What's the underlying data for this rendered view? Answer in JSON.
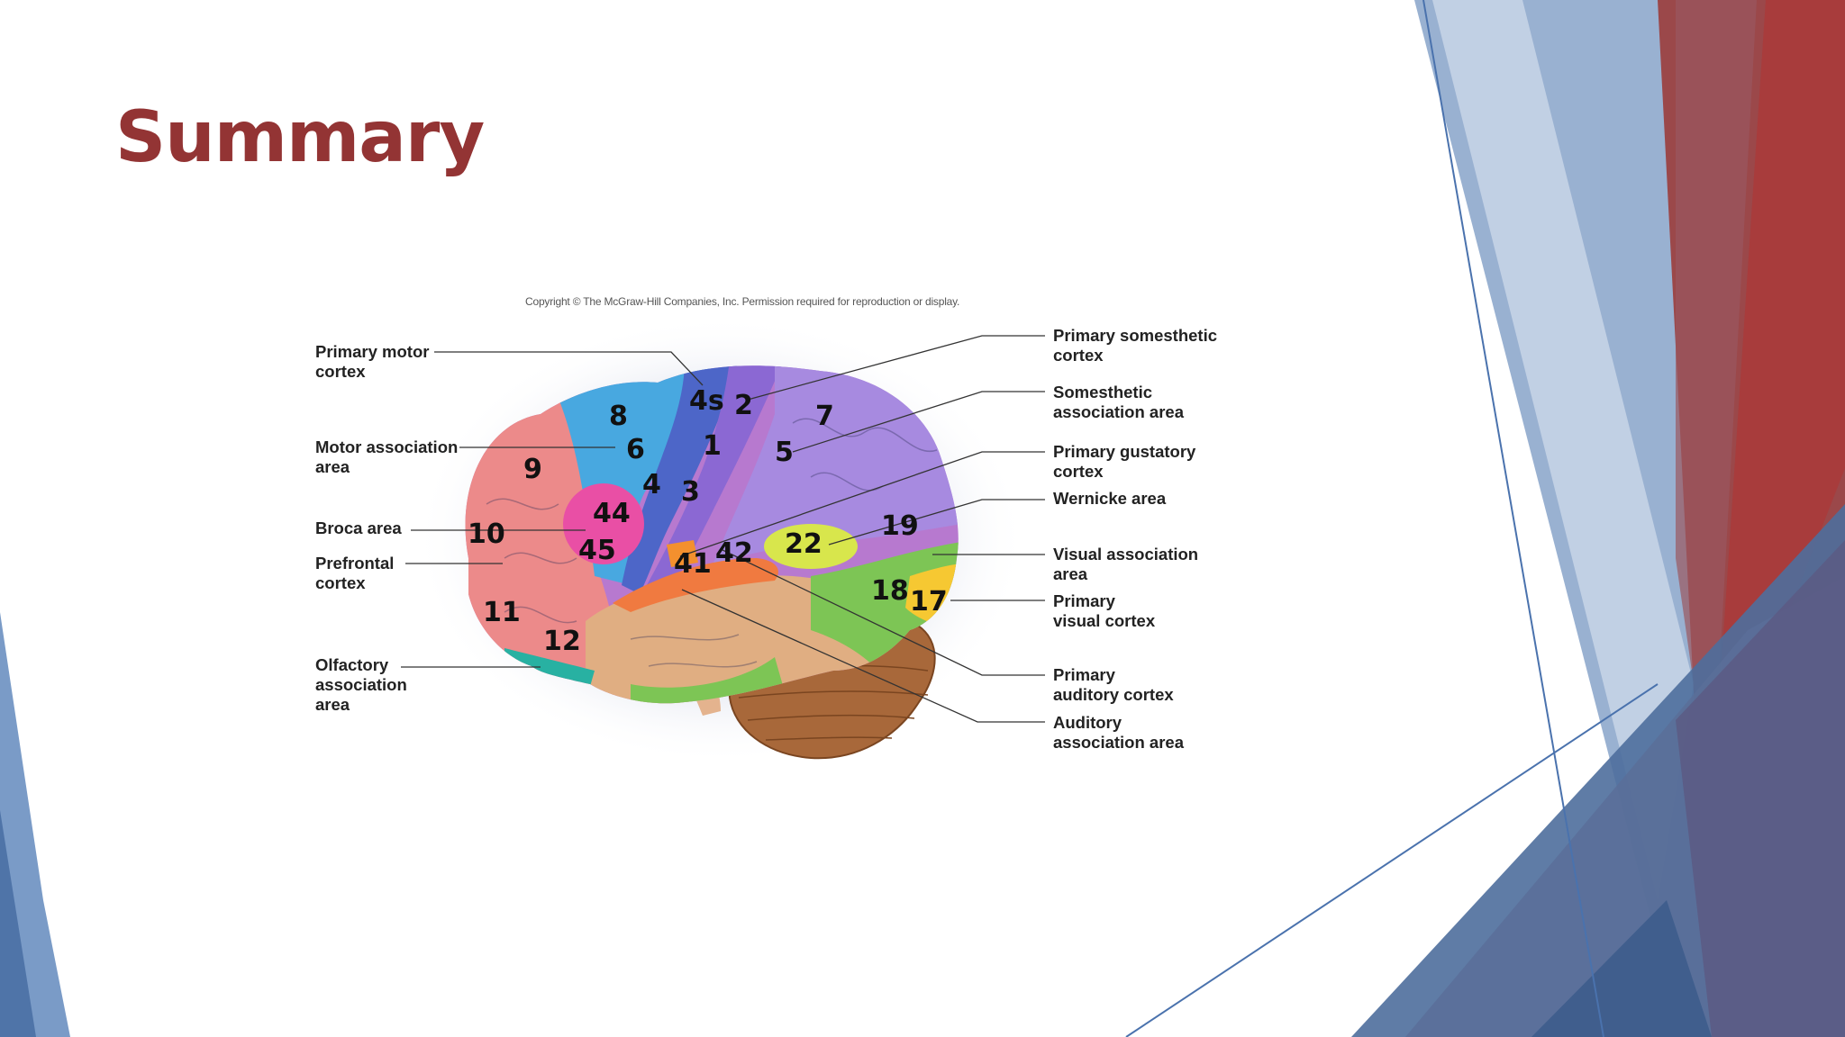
{
  "slide": {
    "title": "Summary",
    "copyright": "Copyright © The McGraw-Hill Companies, Inc. Permission required for reproduction or display."
  },
  "labels": {
    "primary_motor": "Primary motor\ncortex",
    "motor_association": "Motor association\narea",
    "broca": "Broca area",
    "prefrontal": "Prefrontal\ncortex",
    "olfactory": "Olfactory\nassociation\narea",
    "primary_somesthetic": "Primary somesthetic\ncortex",
    "somesthetic_association": "Somesthetic\nassociation area",
    "primary_gustatory": "Primary gustatory\ncortex",
    "wernicke": "Wernicke area",
    "visual_association": "Visual association\narea",
    "primary_visual": "Primary\nvisual cortex",
    "primary_auditory": "Primary\nauditory cortex",
    "auditory_association": "Auditory\nassociation area"
  },
  "areas": {
    "a4s": "4s",
    "a2": "2",
    "a7": "7",
    "a8": "8",
    "a6": "6",
    "a1": "1",
    "a5": "5",
    "a9": "9",
    "a4": "4",
    "a3": "3",
    "a44": "44",
    "a10": "10",
    "a45": "45",
    "a41": "41",
    "a42": "42",
    "a22": "22",
    "a19": "19",
    "a18": "18",
    "a17": "17",
    "a11": "11",
    "a12": "12"
  },
  "colors": {
    "title": "#933434",
    "accent_blue": "#3f6ca8",
    "accent_red": "#a03a3a"
  }
}
